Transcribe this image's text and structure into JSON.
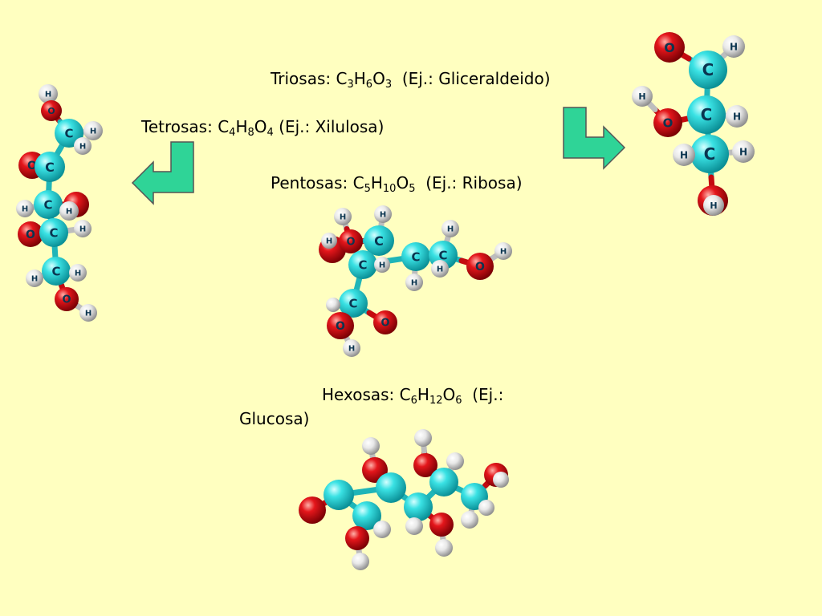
{
  "colors": {
    "background": "#ffffc0",
    "carbon": "#22d3d6",
    "oxygen": "#dd0a10",
    "hydrogen": "#e4e4e4",
    "arrow": "#2fd497",
    "atom_text": "#0b3550"
  },
  "labels": {
    "triosas": {
      "prefix": "Triosas: ",
      "formula": [
        "C",
        "3",
        "H",
        "6",
        "O",
        "3"
      ],
      "example": "(Ej.: Gliceraldeido)"
    },
    "tetrosas": {
      "prefix": "Tetrosas: ",
      "formula": [
        "C",
        "4",
        "H",
        "8",
        "O",
        "4"
      ],
      "example": "(Ej.: Xilulosa)"
    },
    "pentosas": {
      "prefix": "Pentosas: ",
      "formula": [
        "C",
        "5",
        "H",
        "10",
        "O",
        "5"
      ],
      "example": "(Ej.: Ribosa)"
    },
    "hexosas": {
      "prefix": "Hexosas: ",
      "formula": [
        "C",
        "6",
        "H",
        "12",
        "O",
        "6"
      ],
      "example_line1": "(Ej.:",
      "example_line2": "Glucosa)"
    }
  },
  "atom_symbols": {
    "carbon": "C",
    "oxygen": "O",
    "hydrogen": "H"
  },
  "icons": [
    "arrow-down-right-icon",
    "arrow-down-left-icon"
  ]
}
